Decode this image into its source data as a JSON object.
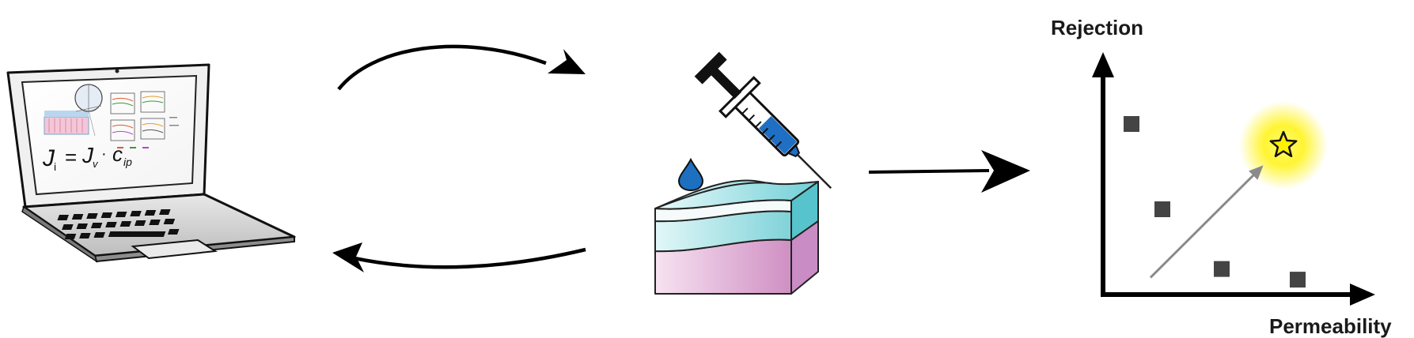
{
  "laptop": {
    "equation": {
      "J": "J",
      "i": "i",
      "eq": "=",
      "Jv": "J",
      "v": "v",
      "dot": "·",
      "c": "c",
      "ip": "ip"
    }
  },
  "plot": {
    "y_axis_label": "Rejection",
    "x_axis_label": "Permeability",
    "points": [
      {
        "permeability": 0.12,
        "rejection": 0.8
      },
      {
        "permeability": 0.25,
        "rejection": 0.4
      },
      {
        "permeability": 0.5,
        "rejection": 0.12
      },
      {
        "permeability": 0.82,
        "rejection": 0.07
      }
    ],
    "target": {
      "permeability": 0.76,
      "rejection": 0.7
    },
    "colors": {
      "point": "#444444",
      "arrow": "#8a8a8a",
      "glow": "#fff200",
      "star": "#ffef00"
    }
  },
  "colors": {
    "syringe_fluid": "#1f6fc4",
    "droplet": "#1d6fbf",
    "membrane_top": "#8fd9df",
    "membrane_bottom": "#e9b7dc"
  }
}
